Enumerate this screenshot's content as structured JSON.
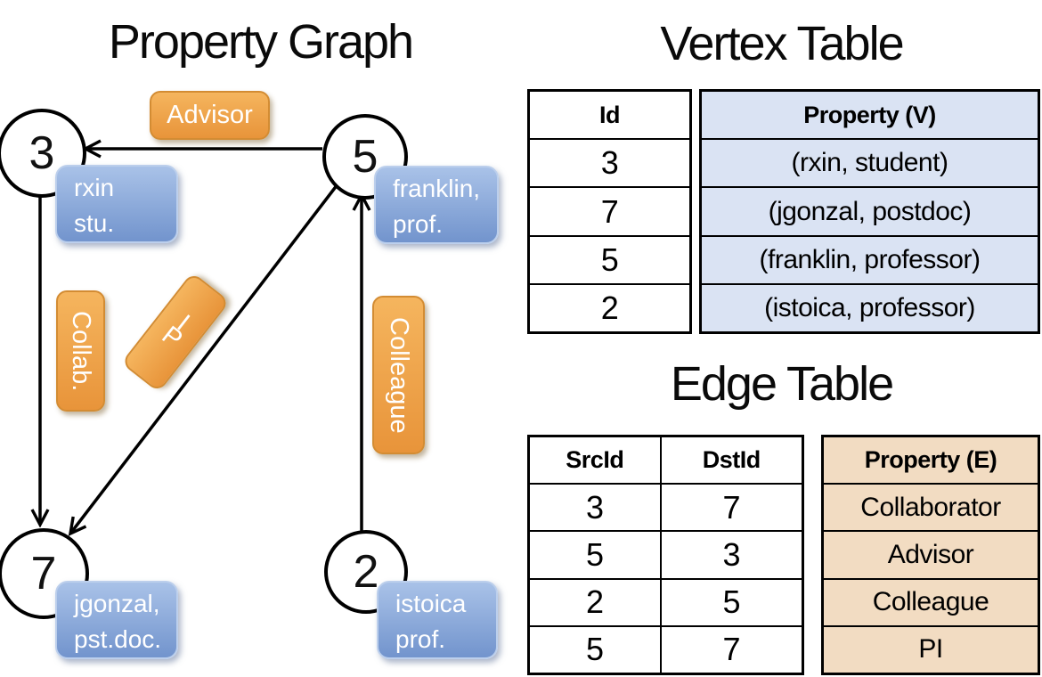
{
  "slide": {
    "graph_title": "Property Graph",
    "vertex_table_title": "Vertex Table",
    "edge_table_title": "Edge Table"
  },
  "colors": {
    "orange_top": "#f5b55e",
    "orange_bottom": "#e8943a",
    "orange_border": "#d38c33",
    "blue_top": "#a9c2e8",
    "blue_bottom": "#7294cd",
    "blue_border": "#bccfec",
    "vertex_cell": "#dae3f3",
    "edge_cell": "#f2dcc2"
  },
  "graph": {
    "nodes": [
      {
        "id": "3",
        "property_line1": "rxin",
        "property_line2": "stu."
      },
      {
        "id": "5",
        "property_line1": "franklin,",
        "property_line2": "prof."
      },
      {
        "id": "7",
        "property_line1": "jgonzal,",
        "property_line2": "pst.doc."
      },
      {
        "id": "2",
        "property_line1": "istoica",
        "property_line2": "prof."
      }
    ],
    "edges": [
      {
        "src": "5",
        "dst": "3",
        "label": "Advisor"
      },
      {
        "src": "3",
        "dst": "7",
        "label": "Collab."
      },
      {
        "src": "5",
        "dst": "7",
        "label": "PI"
      },
      {
        "src": "2",
        "dst": "5",
        "label": "Colleague"
      }
    ]
  },
  "vertex_table": {
    "columns": [
      "Id",
      "Property (V)"
    ],
    "rows": [
      [
        "3",
        "(rxin, student)"
      ],
      [
        "7",
        "(jgonzal, postdoc)"
      ],
      [
        "5",
        "(franklin, professor)"
      ],
      [
        "2",
        "(istoica, professor)"
      ]
    ]
  },
  "edge_table": {
    "columns": [
      "SrcId",
      "DstId",
      "Property (E)"
    ],
    "rows": [
      [
        "3",
        "7",
        "Collaborator"
      ],
      [
        "5",
        "3",
        "Advisor"
      ],
      [
        "2",
        "5",
        "Colleague"
      ],
      [
        "5",
        "7",
        "PI"
      ]
    ]
  }
}
